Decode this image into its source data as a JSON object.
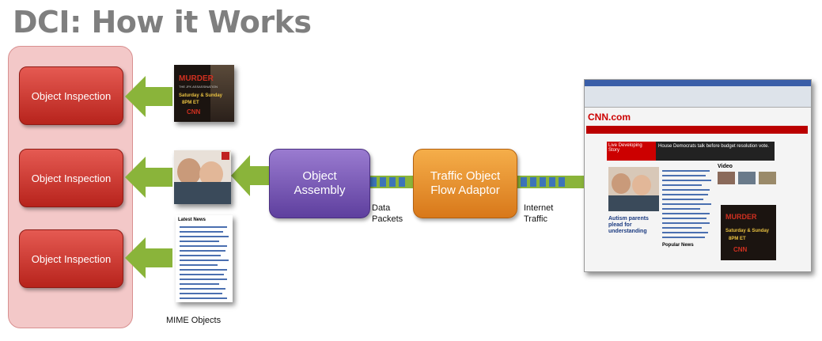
{
  "title": "DCI: How it Works",
  "object_inspection": [
    "Object Inspection",
    "Object Inspection",
    "Object Inspection"
  ],
  "object_assembly": [
    "Object",
    "Assembly"
  ],
  "traffic_adaptor": [
    "Traffic Object",
    "Flow Adaptor"
  ],
  "data_packets": [
    "Data",
    "Packets"
  ],
  "internet_traffic": [
    "Internet",
    "Traffic"
  ],
  "mime_objects": "MIME Objects",
  "poster": {
    "lines": [
      "MURDER",
      "THE JFK ASSASSINATION",
      "Saturday & Sunday",
      "8PM ET",
      "CNN"
    ]
  },
  "news_list_title": "Latest News",
  "browser": {
    "logo": "CNN.com",
    "breaking_label": "Live Developing Story",
    "breaking_text": "House Democrats talk before budget resolution vote.",
    "headline": "Autism parents plead for understanding",
    "video_label": "Video",
    "popular_label": "Popular News"
  },
  "colors": {
    "red": "#c4302a",
    "purple": "#7a5bb7",
    "orange": "#e8902a",
    "green": "#8ab43a",
    "pipe_blue": "#3d74b8"
  }
}
